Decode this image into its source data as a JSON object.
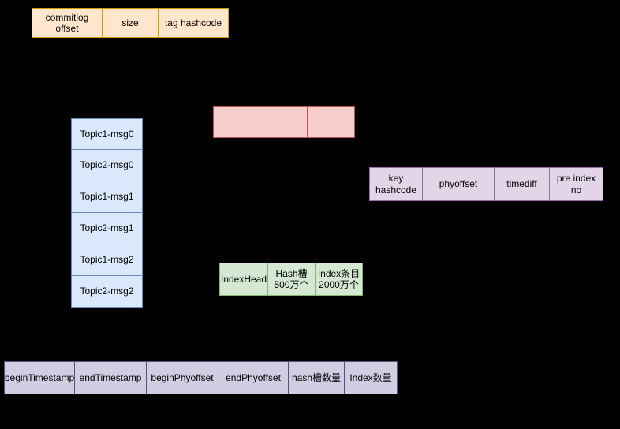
{
  "colors": {
    "background": "#000000",
    "text": "#000000",
    "orange_fill": "#ffe6cc",
    "orange_border": "#d79b00",
    "blue_fill": "#dae8fc",
    "blue_border": "#6c8ebf",
    "pink_fill": "#f8cecc",
    "pink_border": "#b85450",
    "green_fill": "#d5e8d4",
    "green_border": "#82b366",
    "purple_fill": "#e1d5e7",
    "purple_border": "#9673a6",
    "lavender_fill": "#d0cee2",
    "lavender_border": "#56517d"
  },
  "consumequeue_entry": {
    "cells": [
      "commitlog\noffset",
      "size",
      "tag hashcode"
    ]
  },
  "commitlog": {
    "rows": [
      "Topic1-msg0",
      "Topic2-msg0",
      "Topic1-msg1",
      "Topic2-msg1",
      "Topic1-msg2",
      "Topic2-msg2"
    ]
  },
  "hash_slots": {
    "cells": [
      "",
      "",
      ""
    ]
  },
  "index_entry": {
    "cells": [
      "key\nhashcode",
      "phyoffset",
      "timediff",
      "pre index no"
    ]
  },
  "index_file": {
    "cells": [
      "IndexHead",
      "Hash槽\n500万个",
      "Index条目\n2000万个"
    ]
  },
  "index_header": {
    "cells": [
      "beginTimestamp",
      "endTimestamp",
      "beginPhyoffset",
      "endPhyoffset",
      "hash槽数量",
      "Index数量"
    ]
  }
}
